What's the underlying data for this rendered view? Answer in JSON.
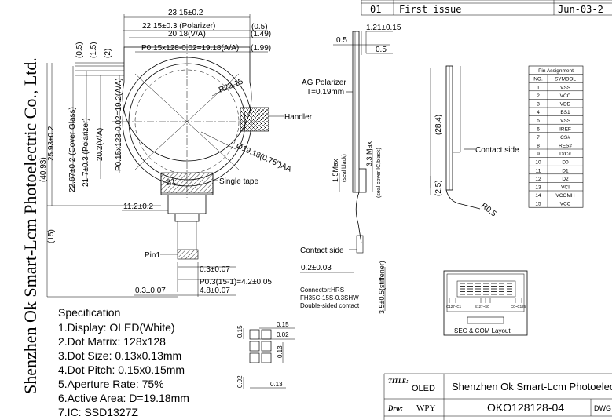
{
  "company_vertical": "Shenzhen Ok Smart-Lcm Photoelectric Co., Ltd.",
  "revision": {
    "rev": "01",
    "description": "First issue",
    "date": "Jun-03-2"
  },
  "front_view": {
    "dims": {
      "overall_width": "23.15±0.2",
      "polarizer_width": "22.15±0.3 (Polarizer)",
      "va_width": "20.18(V/A)",
      "aa_width": "P0.15x128-0.02=19.18(A/A)",
      "right_05": "(0.5)",
      "right_149": "(1.49)",
      "right_199": "(1.99)",
      "left_05": "(0.5)",
      "left_15": "(1.5)",
      "left_2": "(2)",
      "height_cover": "25.93±0.2",
      "height_overall": "(40.93)",
      "height_cover_glass": "22.67±0.2 (Cover Glass)",
      "height_polarizer": "21.7±0.3 (Polarizer)",
      "height_va": "20.2(V/A)",
      "height_aa": "P0.15x128-0.02=19.2(A/A)",
      "tail_height": "(15)",
      "radius": "R23.15",
      "diameter": "Ø19.18(0.75\")AA",
      "tail_width": "11.2±0.2",
      "pin_width": "0.3±0.07",
      "pin_pitch": "P0.3(15-1)=4.2±0.05",
      "pin_span": "4.8±0.07",
      "left_pin_offset": "0.3±0.07",
      "b1": "B1"
    },
    "labels": {
      "handler": "Handler",
      "single_tape": "Single tape",
      "pin1": "Pin1"
    }
  },
  "side_view": {
    "dims": {
      "top_thickness": "1.21±0.15",
      "top_05a": "0.5",
      "top_05b": "0.5",
      "max_15": "1.5Max",
      "max_15_sub": "(seal black)",
      "max_33": "3.3 Max",
      "max_33_sub": "(seal cover IC,black)",
      "bottom_thk": "0.2±0.03",
      "stiffener": "3.5±0.5(stiffener)"
    },
    "labels": {
      "ag_polarizer": "AG Polarizer",
      "ag_thickness": "T=0.19mm",
      "contact_side": "Contact side",
      "connector_1": "Connector:HRS",
      "connector_2": "FH35C-15S-0.3SHW",
      "connector_3": "Double-sided contact"
    }
  },
  "fpc_view": {
    "dims": {
      "height_284": "(28.4)",
      "height_25": "(2.5)",
      "bend_radius": "R0.5"
    },
    "labels": {
      "contact_side": "Contact side"
    }
  },
  "seg_com": {
    "label": "SEG & COM Layout",
    "left_tag": "C127~C1",
    "mid_tag": "S127~S0",
    "right_tag": "C0~C126"
  },
  "pixel_detail": {
    "dims": {
      "d015a": "0.15",
      "d002a": "0.02",
      "d013a": "0.13",
      "d015b": "0.15",
      "d002b": "0.02",
      "d013b": "0.13"
    }
  },
  "specification": {
    "title": "Specification",
    "items": [
      "1.Display: OLED(White)",
      "2.Dot Matrix: 128x128",
      "3.Dot Size: 0.13x0.13mm",
      "4.Dot Pitch: 0.15x0.15mm",
      "5.Aperture Rate: 75%",
      "6.Active Area: D=19.18mm",
      "7.IC: SSD1327Z"
    ]
  },
  "pin_assignment": {
    "title": "Pin Assignment",
    "headers": [
      "NO.",
      "SYMBOL"
    ],
    "rows": [
      [
        "1",
        "VSS"
      ],
      [
        "2",
        "VCC"
      ],
      [
        "3",
        "VDD"
      ],
      [
        "4",
        "BS1"
      ],
      [
        "5",
        "VSS"
      ],
      [
        "6",
        "IREF"
      ],
      [
        "7",
        "CS#"
      ],
      [
        "8",
        "RES#"
      ],
      [
        "9",
        "D/C#"
      ],
      [
        "10",
        "D0"
      ],
      [
        "11",
        "D1"
      ],
      [
        "12",
        "D2"
      ],
      [
        "13",
        "VCI"
      ],
      [
        "14",
        "VCOMH"
      ],
      [
        "15",
        "VCC"
      ]
    ]
  },
  "title_block": {
    "title_label": "TITLE:",
    "title_value": "OLED",
    "company": "Shenzhen Ok Smart-Lcm Photoelectric Co., L",
    "drw_label": "Drw:",
    "drw_value": "WPY",
    "model": "OKO128128-04",
    "dwg_label": "DWG NO. L"
  }
}
